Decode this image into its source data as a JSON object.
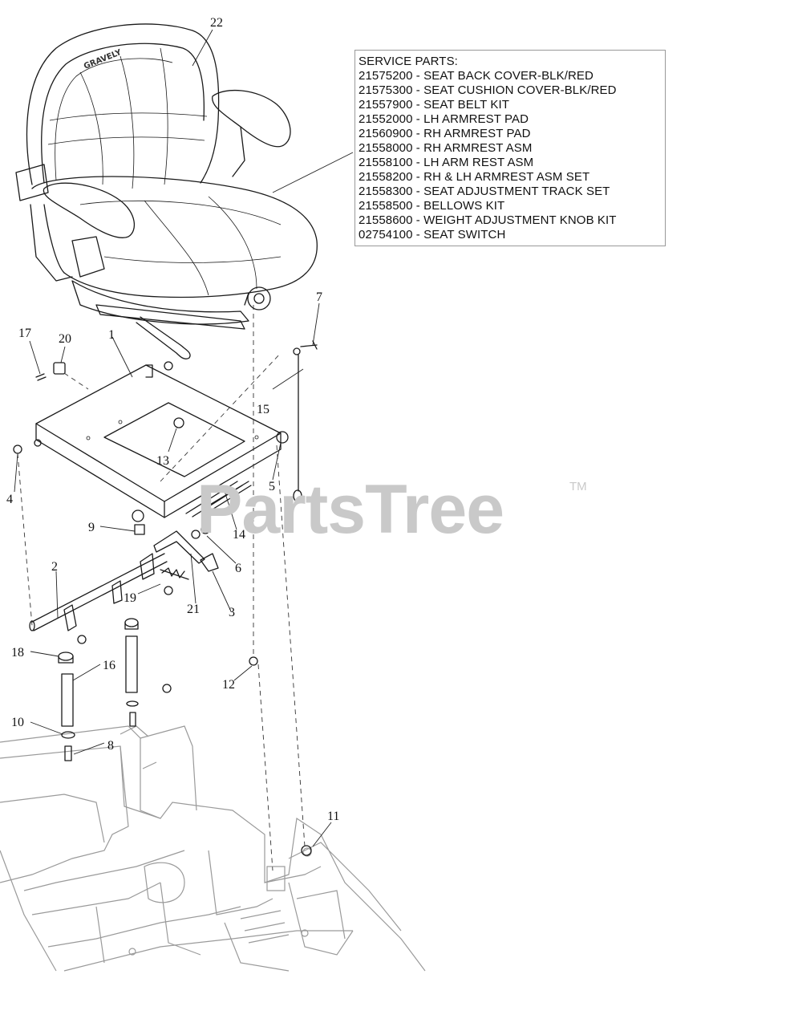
{
  "service_parts": {
    "heading": "SERVICE PARTS:",
    "items": [
      "21575200 - SEAT BACK COVER-BLK/RED",
      "21575300 - SEAT CUSHION COVER-BLK/RED",
      "21557900 - SEAT BELT KIT",
      "21552000 - LH ARMREST PAD",
      "21560900 - RH ARMREST PAD",
      "21558000 - RH ARMREST ASM",
      "21558100 - LH ARM REST ASM",
      "21558200 - RH & LH ARMREST ASM SET",
      "21558300 - SEAT ADJUSTMENT TRACK SET",
      "21558500 - BELLOWS KIT",
      "21558600 - WEIGHT ADJUSTMENT KNOB KIT",
      "02754100 - SEAT SWITCH"
    ]
  },
  "seat_brand": "GRAVELY",
  "watermark": {
    "text": "PartsTree",
    "tm": "TM"
  },
  "callouts": [
    "22",
    "7",
    "17",
    "20",
    "1",
    "15",
    "13",
    "4",
    "5",
    "14",
    "9",
    "6",
    "2",
    "19",
    "21",
    "3",
    "18",
    "16",
    "12",
    "10",
    "8",
    "11"
  ]
}
